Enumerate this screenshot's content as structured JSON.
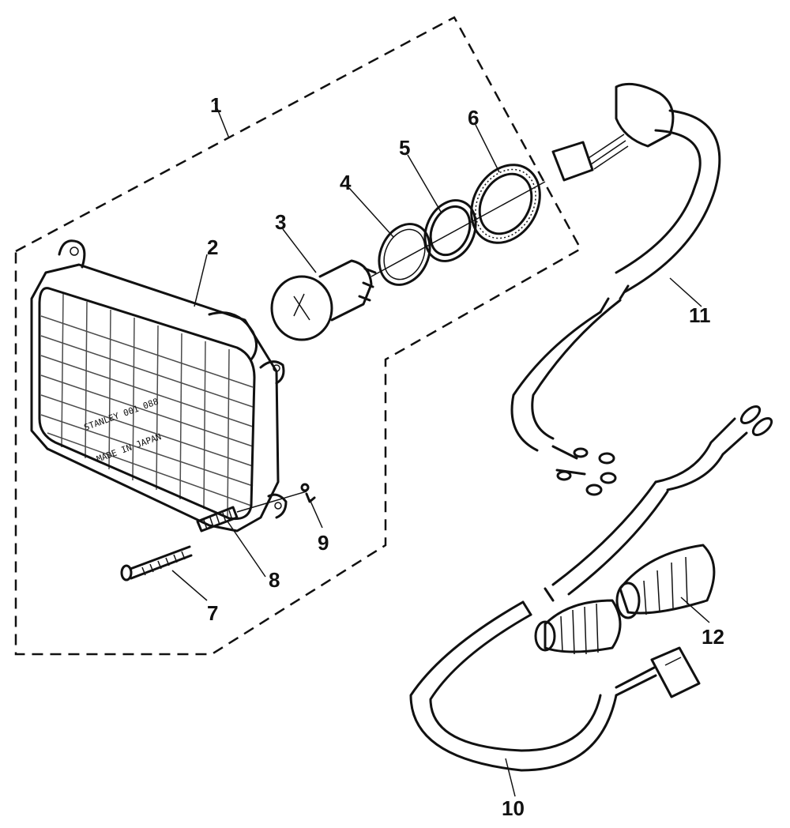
{
  "diagram": {
    "callouts": [
      {
        "id": "1",
        "label": "1"
      },
      {
        "id": "2",
        "label": "2"
      },
      {
        "id": "3",
        "label": "3"
      },
      {
        "id": "4",
        "label": "4"
      },
      {
        "id": "5",
        "label": "5"
      },
      {
        "id": "6",
        "label": "6"
      },
      {
        "id": "7",
        "label": "7"
      },
      {
        "id": "8",
        "label": "8"
      },
      {
        "id": "9",
        "label": "9"
      },
      {
        "id": "10",
        "label": "10"
      },
      {
        "id": "11",
        "label": "11"
      },
      {
        "id": "12",
        "label": "12"
      }
    ],
    "lens_stamp": {
      "line1": "STANLEY 001 088",
      "line2": "MADE IN JAPAN"
    }
  }
}
